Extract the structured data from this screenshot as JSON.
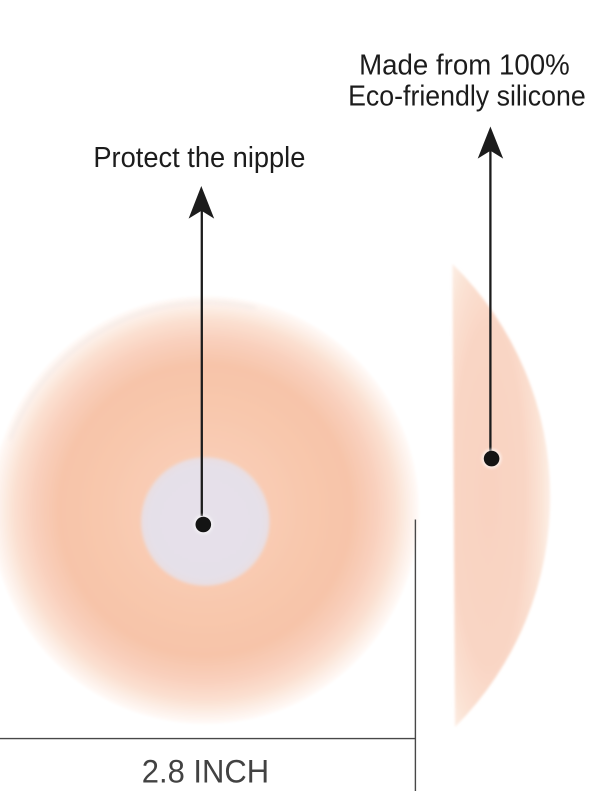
{
  "figure": {
    "type": "annotated-product-diagram",
    "subject": "round adhesive silicone nipple cover shown in front view and side view",
    "labels": {
      "left_callout": "Protect the nipple",
      "right_callout_line1": "Made from 100%",
      "right_callout_line2": "Eco-friendly silicone",
      "dimension": "2.8 INCH"
    }
  },
  "colors": {
    "background": "#ffffff",
    "ink": "#1c1c1c",
    "dot": "#141414",
    "dimension_line": "#484848",
    "dimension_text": "#424242",
    "silicone_peach": "#f7c3a6",
    "silicone_fade": "#fdeee4",
    "adhesive_center": "#e6e0ea"
  }
}
